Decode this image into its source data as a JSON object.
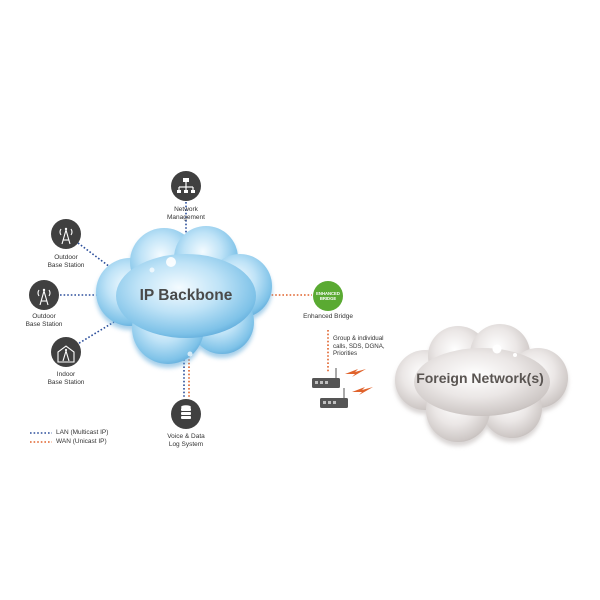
{
  "backbone": {
    "title": "IP Backbone"
  },
  "foreign": {
    "title": "Foreign Network(s)"
  },
  "nodes": {
    "network_management": "Network\nManagement",
    "outdoor_base_station_1": "Outdoor\nBase Station",
    "outdoor_base_station_2": "Outdoor\nBase Station",
    "indoor_base_station": "Indoor\nBase Station",
    "voice_data_log": "Voice & Data\nLog System",
    "enhanced_bridge": "Enhanced Bridge",
    "enhanced_bridge_badge": "ENHANCED\nBRIDGE"
  },
  "annotation": "Group & individual\ncalls, SDS, DGNA,\nPriorities",
  "legend": {
    "lan": "LAN (Multicast IP)",
    "wan": "WAN (Unicast IP)"
  },
  "icons": {
    "network_management": "network-tree-icon",
    "outdoor_base_station": "antenna-tower-icon",
    "indoor_base_station": "indoor-antenna-icon",
    "voice_data_log": "database-icon",
    "gateway_device": "radio-gateway-icon",
    "wireless_link": "lightning-bolt-icon"
  },
  "colors": {
    "lan": "#2b4e9b",
    "wan": "#e0622b",
    "node": "#404040",
    "enhanced_bridge": "#5aaa32",
    "backbone_cloud": "#8ecdee",
    "foreign_cloud": "#d9d4d2"
  }
}
